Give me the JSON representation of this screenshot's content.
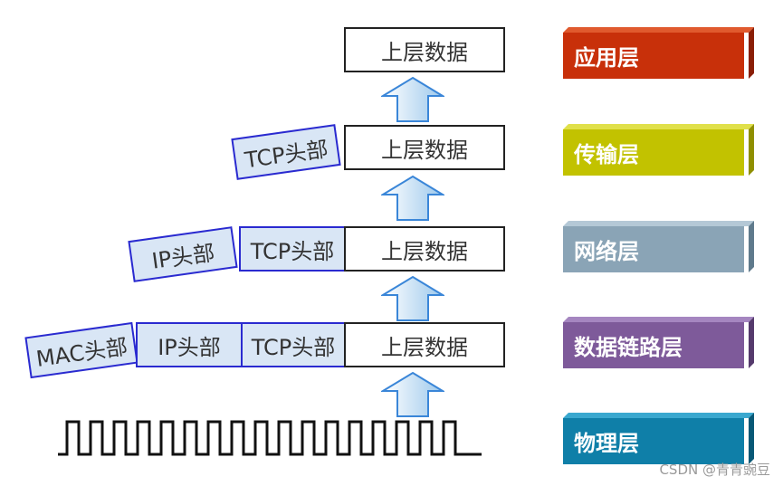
{
  "data_label": "上层数据",
  "tcp_header": "TCP头部",
  "ip_header": "IP头部",
  "mac_header": "MAC头部",
  "layers": [
    {
      "name": "应用层",
      "color": "#c8300a"
    },
    {
      "name": "传输层",
      "color": "#c2c200"
    },
    {
      "name": "网络层",
      "color": "#8aa4b6"
    },
    {
      "name": "数据链路层",
      "color": "#7e5a9a"
    },
    {
      "name": "物理层",
      "color": "#0f7fa8"
    }
  ],
  "watermark": "CSDN @青青豌豆"
}
